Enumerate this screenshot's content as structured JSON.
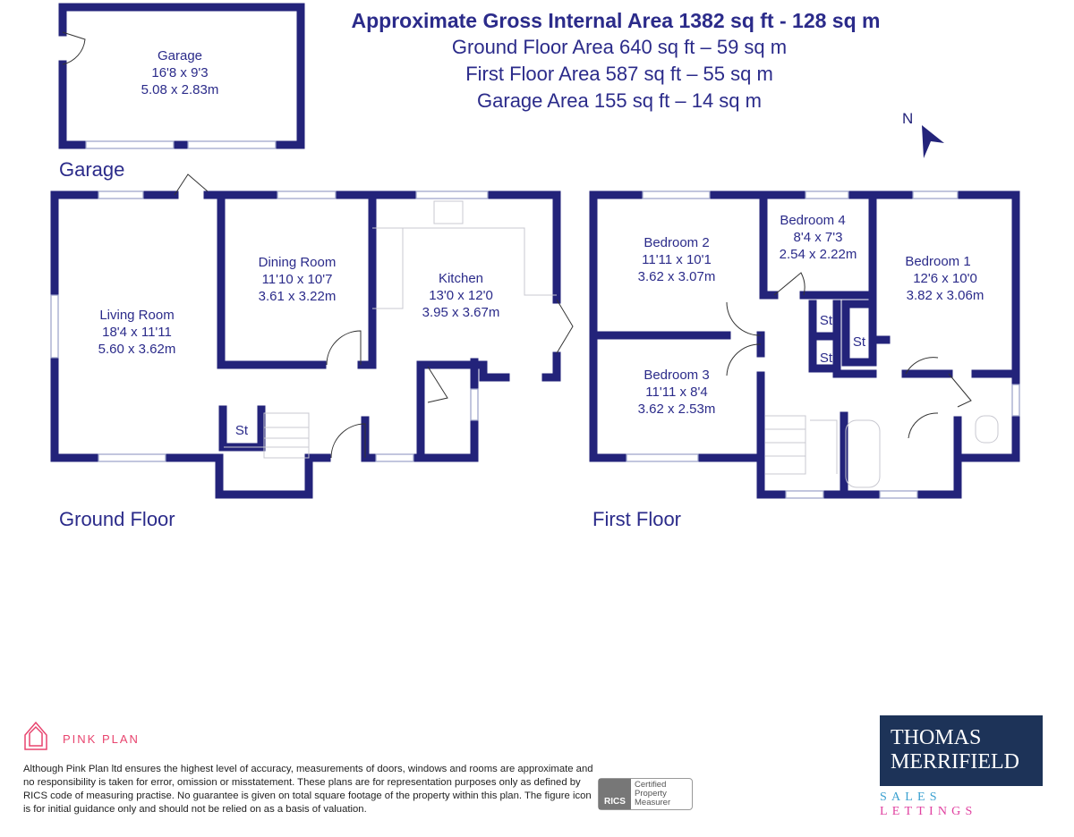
{
  "header": {
    "title": "Approximate Gross Internal Area 1382 sq ft - 128 sq m",
    "lines": [
      "Ground Floor Area 640 sq ft – 59 sq m",
      "First Floor Area 587 sq ft – 55 sq m",
      "Garage Area 155 sq ft – 14 sq m"
    ]
  },
  "compass": {
    "label": "N",
    "icon": "north-arrow-icon"
  },
  "garage": {
    "name": "Garage",
    "imperial": "16'8 x 9'3",
    "metric": "5.08 x 2.83m",
    "floor_label": "Garage"
  },
  "ground_floor": {
    "label": "Ground Floor",
    "rooms": [
      {
        "name": "Living Room",
        "imperial": "18'4 x 11'11",
        "metric": "5.60 x 3.62m"
      },
      {
        "name": "Dining Room",
        "imperial": "11'10 x 10'7",
        "metric": "3.61 x 3.22m"
      },
      {
        "name": "Kitchen",
        "imperial": "13'0 x 12'0",
        "metric": "3.95 x 3.67m"
      }
    ],
    "storage": "St"
  },
  "first_floor": {
    "label": "First Floor",
    "rooms": [
      {
        "name": "Bedroom 2",
        "imperial": "11'11 x 10'1",
        "metric": "3.62 x 3.07m"
      },
      {
        "name": "Bedroom 4",
        "imperial": "8'4 x 7'3",
        "metric": "2.54 x 2.22m"
      },
      {
        "name": "Bedroom 1",
        "imperial": "12'6 x 10'0",
        "metric": "3.82 x 3.06m"
      },
      {
        "name": "Bedroom 3",
        "imperial": "11'11 x 8'4",
        "metric": "3.62 x 2.53m"
      }
    ],
    "storage": [
      "St",
      "St",
      "St"
    ]
  },
  "footer": {
    "pink_plan": "PINK PLAN",
    "disclaimer": "Although Pink Plan ltd ensures the highest level of accuracy, measurements of doors, windows and rooms are approximate and no responsibility is taken for error, omission or misstatement. These plans are for representation purposes only as defined by RICS code of measuring practise. No guarantee is given on total square footage of the property within this plan. The figure icon is for initial guidance only and should not be relied on as a basis of valuation.",
    "rics": {
      "logo": "RICS",
      "line1": "Certified",
      "line2": "Property",
      "line3": "Measurer"
    },
    "agent": {
      "line1": "THOMAS",
      "line2": "MERRIFIELD",
      "sales": "SALES",
      "lettings": "LETTINGS"
    }
  },
  "colors": {
    "walls": "#23237a",
    "text": "#2b2b8a",
    "pink": "#e8446e",
    "agent_bg": "#1d3358"
  }
}
